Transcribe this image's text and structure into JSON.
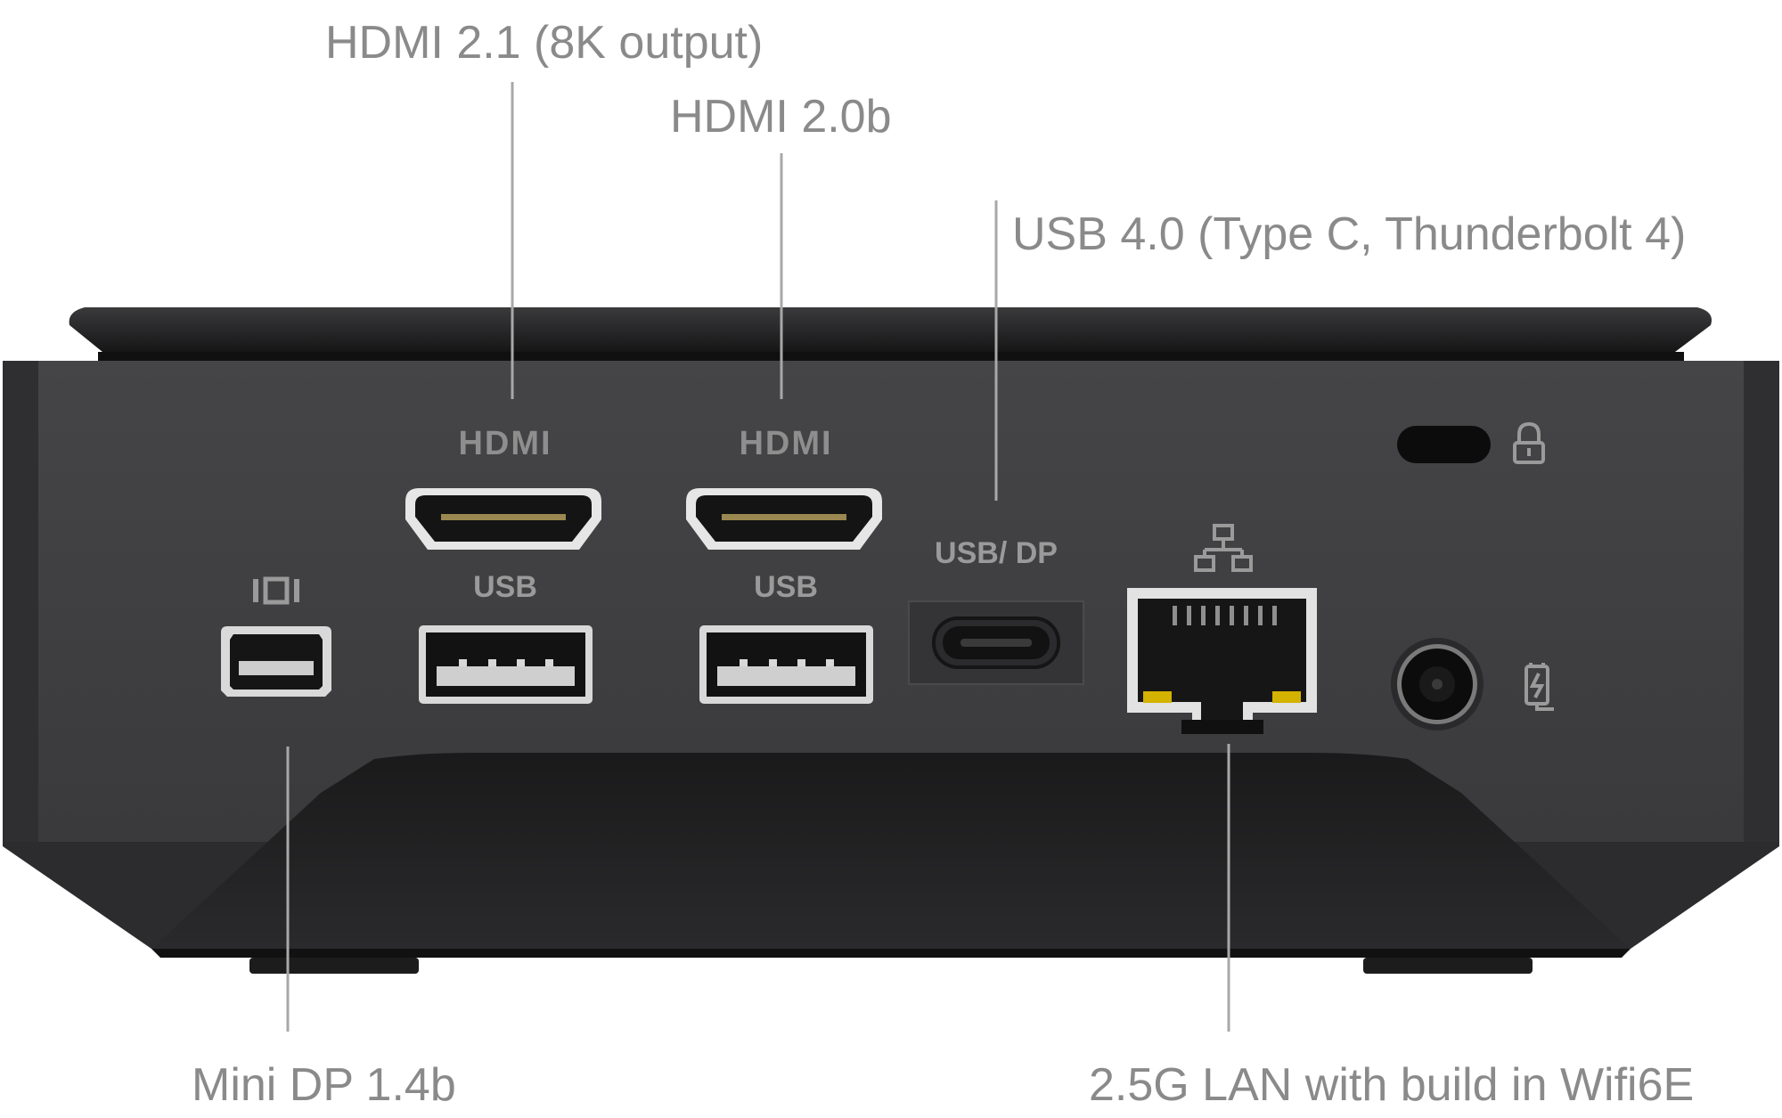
{
  "callouts": {
    "hdmi21": "HDMI 2.1 (8K output)",
    "hdmi20": "HDMI 2.0b",
    "usb4": "USB 4.0 (Type C, Thunderbolt 4)",
    "minidp": "Mini DP 1.4b",
    "lan": "2.5G LAN with build in Wifi6E"
  },
  "port_labels": {
    "hdmi_logo_1": "HDMI",
    "hdmi_logo_2": "HDMI",
    "usb_1": "USB",
    "usb_2": "USB",
    "usb_dp": "USB/ DP"
  },
  "icons": {
    "minidp": "mini-displayport-icon",
    "network": "network-icon",
    "lock": "padlock-icon",
    "power": "power-plug-icon"
  },
  "colors": {
    "text": "#8a8a8a",
    "chassis": "#3b3b3d",
    "chassis_dark": "#232325",
    "port_silver": "#d8d8d8",
    "lan_led": "#d4b200"
  }
}
